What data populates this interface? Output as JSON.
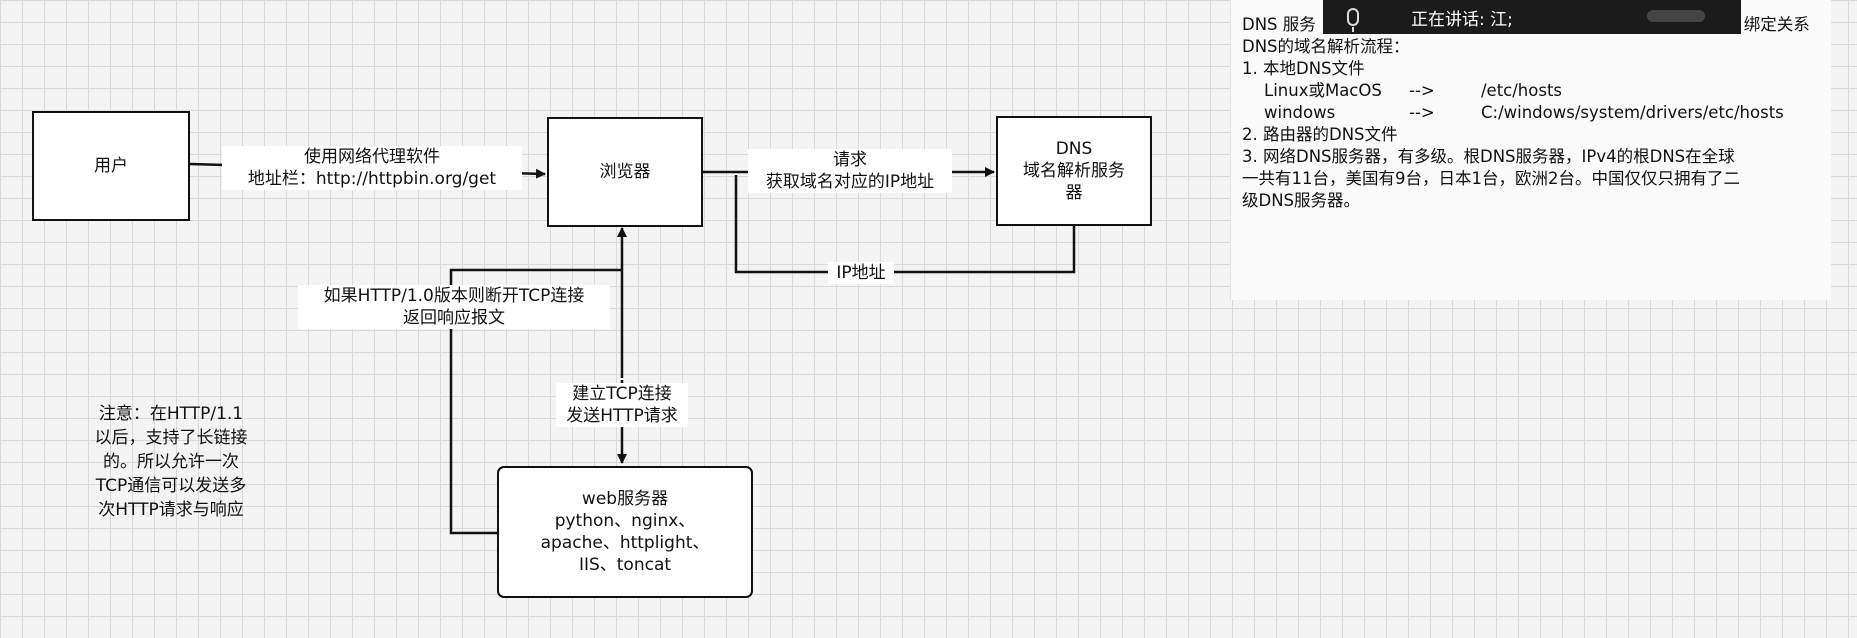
{
  "diagram": {
    "user_box": "用户",
    "browser_box": "浏览器",
    "dns_box": [
      "DNS",
      "域名解析服务",
      "器"
    ],
    "web_box": [
      "web服务器",
      "python、nginx、",
      "apache、httplight、",
      "IIS、toncat"
    ],
    "edge_user_browser": [
      "使用网络代理软件",
      "地址栏：http://httpbin.org/get"
    ],
    "edge_request": [
      "请求",
      "获取域名对应的IP地址"
    ],
    "edge_ip": "IP地址",
    "edge_http10": [
      "如果HTTP/1.0版本则断开TCP连接",
      "返回响应报文"
    ],
    "edge_tcp": [
      "建立TCP连接",
      "发送HTTP请求"
    ],
    "note": [
      "注意：在HTTP/1.1",
      "以后，支持了长链接",
      "的。所以允许一次",
      "TCP通信可以发送多",
      "次HTTP请求与响应"
    ]
  },
  "dns_notes": {
    "line1_start": "DNS 服务",
    "line1_end": "绑定关系",
    "line2": "DNS的域名解析流程：",
    "line3": "1. 本地DNS文件",
    "hosts": [
      {
        "os": "Linux或MacOS",
        "arrow": "-->",
        "path": "/etc/hosts"
      },
      {
        "os": "windows",
        "arrow": "-->",
        "path": "C:/windows/system/drivers/etc/hosts"
      }
    ],
    "line6": "2. 路由器的DNS文件",
    "line7": "3. 网络DNS服务器，有多级。根DNS服务器，IPv4的根DNS在全球",
    "line8": "一共有11台，美国有9台，日本1台，欧洲2台。中国仅仅只拥有了二",
    "line9": "级DNS服务器。"
  },
  "overlay": {
    "speaking": "正在讲话: 江;"
  }
}
